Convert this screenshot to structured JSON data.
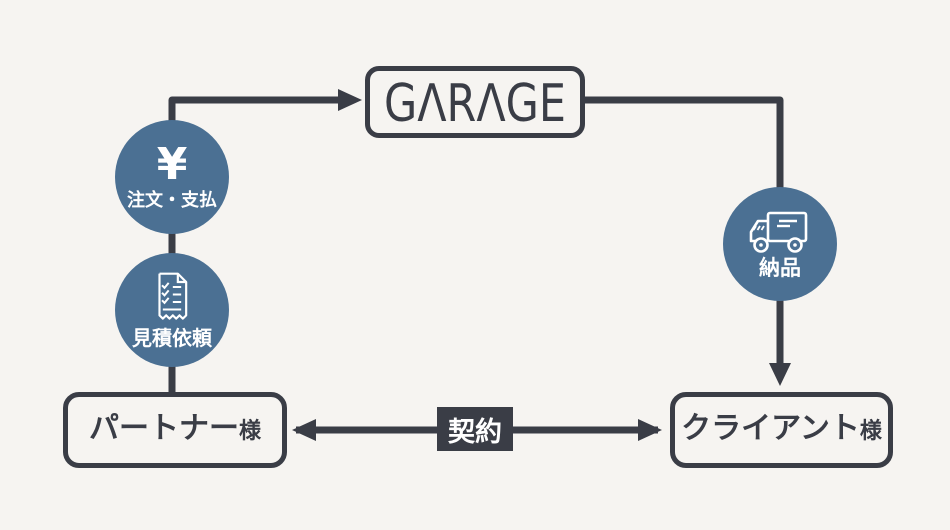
{
  "palette": {
    "background": "#f6f4f1",
    "ink": "#3a3d46",
    "accent_blue": "#4b7093",
    "icon_white": "#ffffff"
  },
  "logo": {
    "text": "GARAGE",
    "display_text": "GΛRΛGE"
  },
  "steps": {
    "order_payment": {
      "label": "注文・支払",
      "glyph": "¥",
      "icon": "yen-icon"
    },
    "quote_request": {
      "label": "見積依頼",
      "icon": "checklist-icon"
    },
    "delivery": {
      "label": "納品",
      "icon": "truck-icon"
    },
    "contract": {
      "label": "契約"
    }
  },
  "parties": {
    "partner": {
      "name": "パートナー",
      "suffix": "様"
    },
    "client": {
      "name": "クライアント",
      "suffix": "様"
    }
  }
}
